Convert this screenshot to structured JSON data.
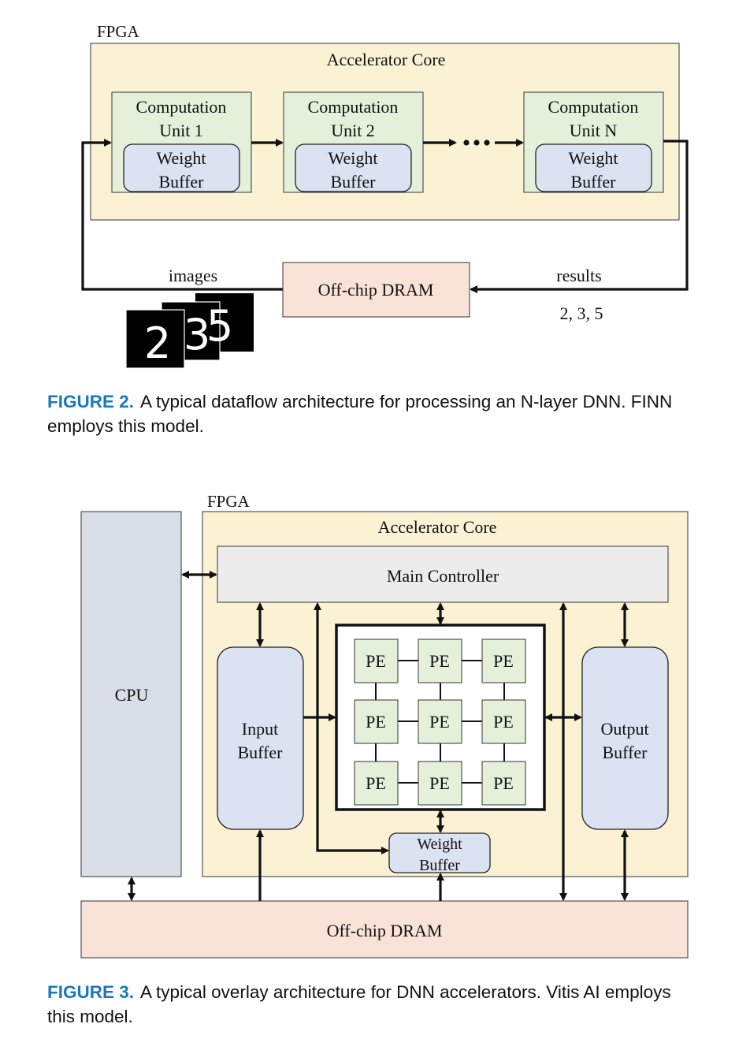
{
  "figure2": {
    "fpga_label": "FPGA",
    "core_label": "Accelerator Core",
    "units": [
      {
        "title_line1": "Computation",
        "title_line2": "Unit 1",
        "buffer_line1": "Weight",
        "buffer_line2": "Buffer"
      },
      {
        "title_line1": "Computation",
        "title_line2": "Unit 2",
        "buffer_line1": "Weight",
        "buffer_line2": "Buffer"
      },
      {
        "title_line1": "Computation",
        "title_line2": "Unit N",
        "buffer_line1": "Weight",
        "buffer_line2": "Buffer"
      }
    ],
    "dram_label": "Off-chip DRAM",
    "images_label": "images",
    "results_label": "results",
    "results_values": "2, 3, 5",
    "digits": [
      "2",
      "3",
      "5"
    ],
    "caption_label": "FIGURE 2.",
    "caption_text": "A typical dataflow architecture for processing an N-layer DNN. FINN employs this model."
  },
  "figure3": {
    "fpga_label": "FPGA",
    "core_label": "Accelerator Core",
    "cpu_label": "CPU",
    "main_controller_label": "Main Controller",
    "input_buffer_line1": "Input",
    "input_buffer_line2": "Buffer",
    "output_buffer_line1": "Output",
    "output_buffer_line2": "Buffer",
    "pe_label": "PE",
    "weight_buffer_line1": "Weight",
    "weight_buffer_line2": "Buffer",
    "dram_label": "Off-chip DRAM",
    "caption_label": "FIGURE 3.",
    "caption_text": "A typical overlay architecture for DNN accelerators. Vitis AI employs this model."
  },
  "colors": {
    "core_fill": "#fbf2d4",
    "unit_fill": "#e4f0da",
    "buffer_fill": "#dbe2f1",
    "dram_fill": "#f9e3d8",
    "cpu_fill": "#d9dde6",
    "controller_fill": "#ececec",
    "caption_label": "#1a78b8"
  }
}
